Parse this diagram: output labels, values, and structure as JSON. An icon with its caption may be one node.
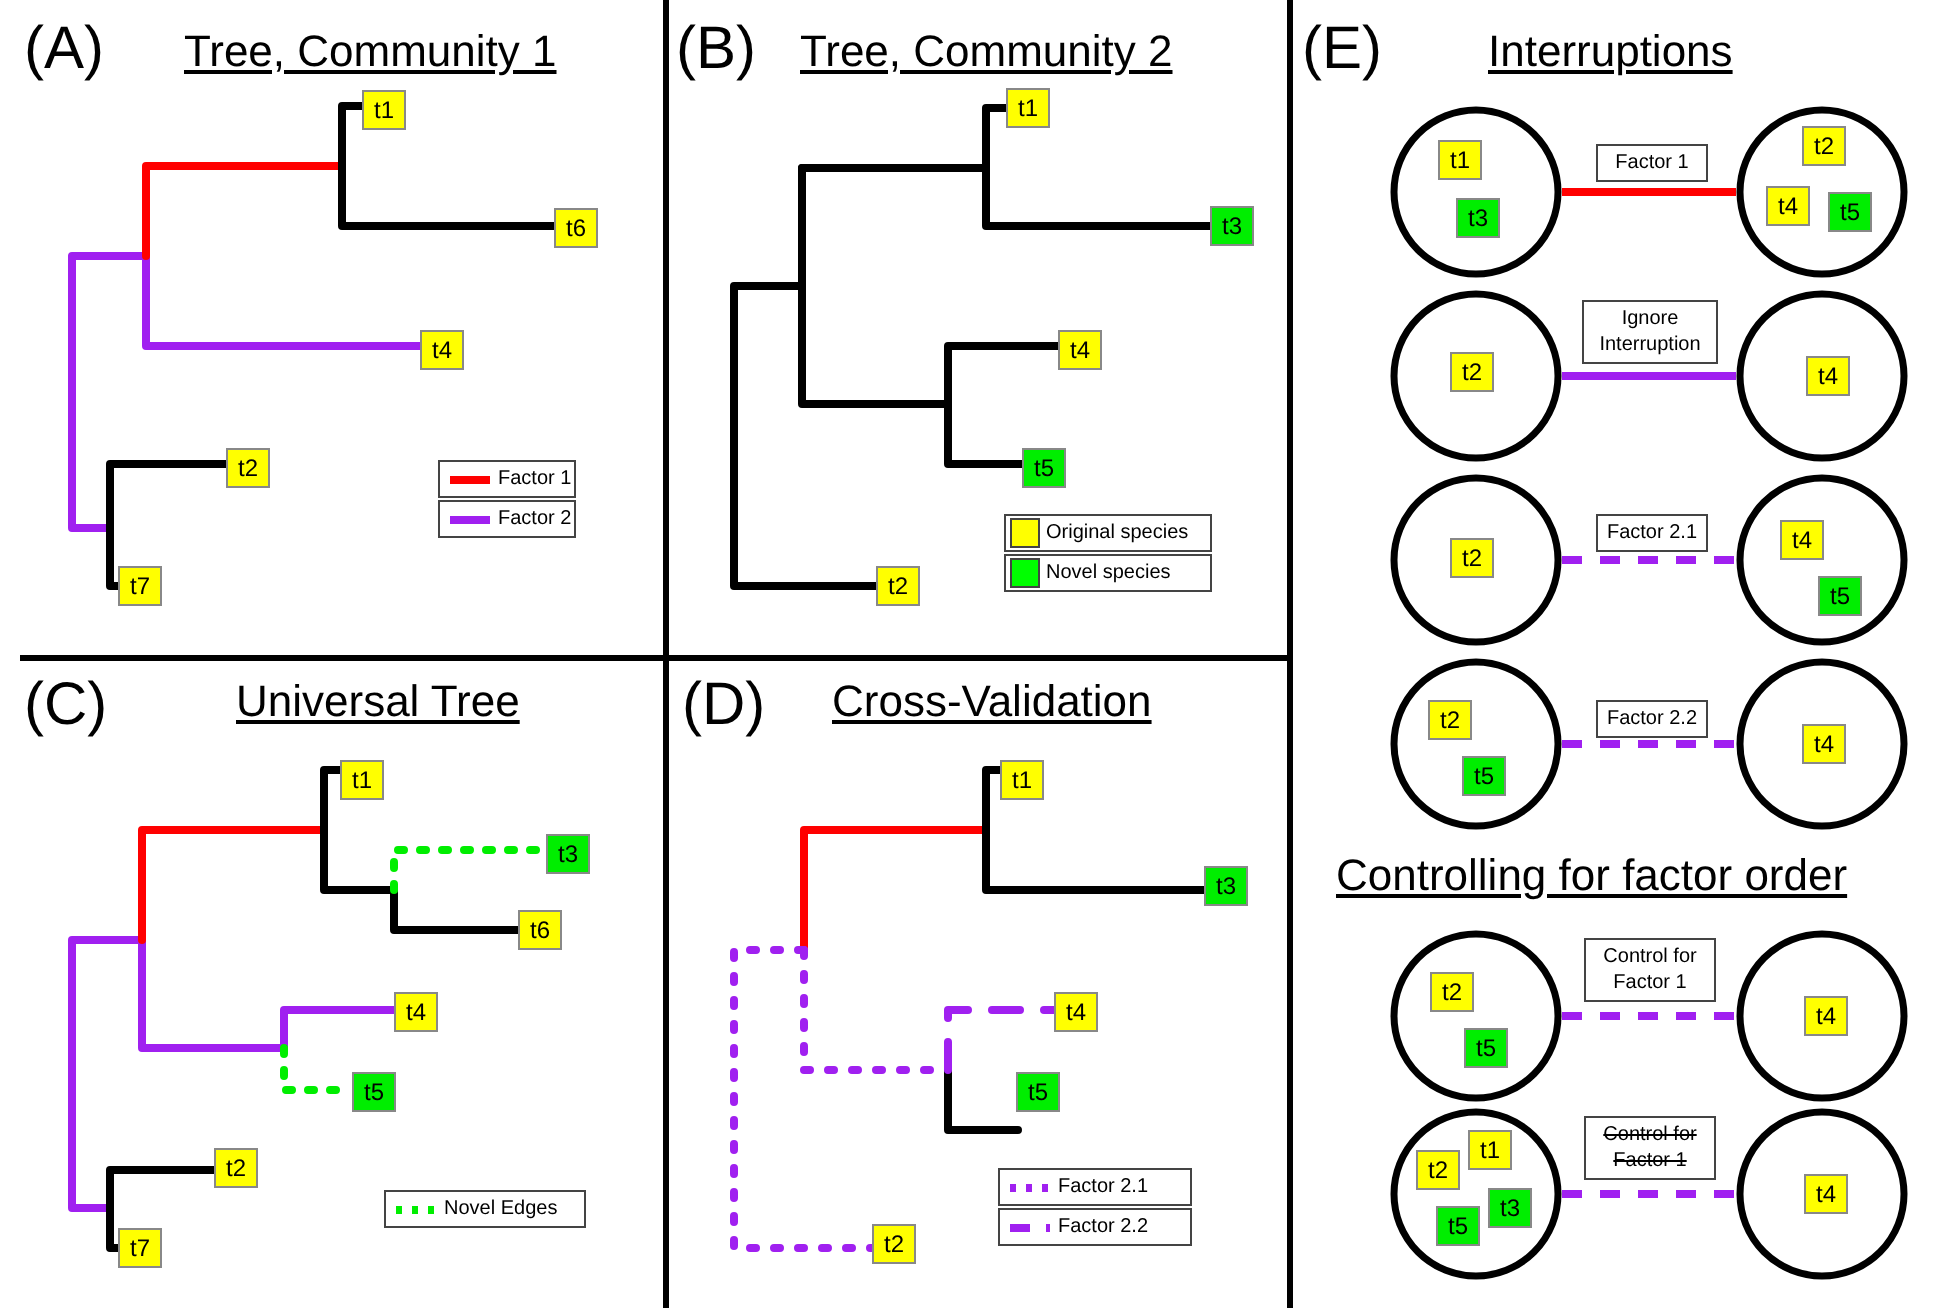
{
  "diagram": {
    "nodes": [
      {
        "text": [
          "t1"
        ]
      },
      {
        "text": [
          "t6"
        ]
      },
      {
        "text": [
          "t4"
        ]
      },
      {
        "text": [
          "t2"
        ]
      },
      {
        "text": [
          "t7"
        ]
      },
      {
        "text": [
          "t1"
        ]
      },
      {
        "text": [
          "t3"
        ]
      },
      {
        "text": [
          "t4"
        ]
      },
      {
        "text": [
          "t5"
        ]
      },
      {
        "text": [
          "t2"
        ]
      },
      {
        "text": [
          "t1"
        ]
      },
      {
        "text": [
          "t3"
        ]
      },
      {
        "text": [
          "t6"
        ]
      },
      {
        "text": [
          "t4"
        ]
      },
      {
        "text": [
          "t5"
        ]
      },
      {
        "text": [
          "t2"
        ]
      },
      {
        "text": [
          "t7"
        ]
      },
      {
        "text": [
          "t1"
        ]
      },
      {
        "text": [
          "t3"
        ]
      },
      {
        "text": [
          "t4"
        ]
      },
      {
        "text": [
          "t5"
        ]
      },
      {
        "text": [
          "t2"
        ]
      },
      {
        "text": [],
        "shape": "circle"
      },
      {
        "text": [
          "t1"
        ],
        "in": 22
      },
      {
        "text": [
          "t3"
        ],
        "in": 22
      },
      {
        "text": [],
        "shape": "circle"
      },
      {
        "text": [
          "t2"
        ],
        "in": 25
      },
      {
        "text": [
          "t4"
        ],
        "in": 25
      },
      {
        "text": [
          "t5"
        ],
        "in": 25
      },
      {
        "text": [],
        "shape": "circle"
      },
      {
        "text": [
          "t2"
        ],
        "in": 29
      },
      {
        "text": [],
        "shape": "circle"
      },
      {
        "text": [
          "t4"
        ],
        "in": 31
      },
      {
        "text": [],
        "shape": "circle"
      },
      {
        "text": [
          "t2"
        ],
        "in": 33
      },
      {
        "text": [],
        "shape": "circle"
      },
      {
        "text": [
          "t4"
        ],
        "in": 35
      },
      {
        "text": [
          "t5"
        ],
        "in": 35
      },
      {
        "text": [],
        "shape": "circle"
      },
      {
        "text": [
          "t2"
        ],
        "in": 38
      },
      {
        "text": [
          "t5"
        ],
        "in": 38
      },
      {
        "text": [],
        "shape": "circle"
      },
      {
        "text": [
          "t4"
        ],
        "in": 41
      },
      {
        "text": [],
        "shape": "circle"
      },
      {
        "text": [
          "t2"
        ],
        "in": 43
      },
      {
        "text": [
          "t5"
        ],
        "in": 43
      },
      {
        "text": [],
        "shape": "circle"
      },
      {
        "text": [
          "t4"
        ],
        "in": 46
      },
      {
        "text": [],
        "shape": "circle"
      },
      {
        "text": [
          "t1"
        ],
        "in": 48
      },
      {
        "text": [
          "t2"
        ],
        "in": 48
      },
      {
        "text": [
          "t3"
        ],
        "in": 48
      },
      {
        "text": [
          "t5"
        ],
        "in": 48
      },
      {
        "text": [],
        "shape": "circle"
      },
      {
        "text": [
          "t4"
        ],
        "in": 53
      }
    ],
    "edges": [
      {
        "from": 22,
        "to": 25,
        "arrow": "none",
        "label": "Factor 1",
        "color": "#ff0000"
      },
      {
        "from": 29,
        "to": 31,
        "arrow": "none",
        "label": "Ignore Interruption"
      },
      {
        "from": 33,
        "to": 35,
        "arrow": "none",
        "label": "Factor 2.1",
        "style": "dashed"
      },
      {
        "from": 38,
        "to": 41,
        "arrow": "none",
        "label": "Factor 2.2",
        "style": "dashed"
      },
      {
        "from": 43,
        "to": 46,
        "arrow": "none",
        "label": "Control for Factor 1",
        "style": "dashed"
      },
      {
        "from": 48,
        "to": 53,
        "arrow": "none",
        "label": "Control for Factor 1",
        "style": "dashed"
      }
    ],
    "labels": [
      "(A)",
      "Tree, Community 1",
      "(B)",
      "Tree, Community 2",
      "(E)",
      "Interruptions",
      "(C)",
      "Universal Tree",
      "(D)",
      "Cross-Validation",
      "Controlling for factor order"
    ],
    "legend": [
      {
        "text": "Factor 1"
      },
      {
        "text": "Factor 2"
      },
      {
        "text": "Original species",
        "color": "#ffff00"
      },
      {
        "text": "Novel species",
        "color": "#00ff00"
      },
      {
        "text": "Novel Edges"
      },
      {
        "text": "Factor 2.1"
      },
      {
        "text": "Factor 2.2"
      }
    ]
  }
}
